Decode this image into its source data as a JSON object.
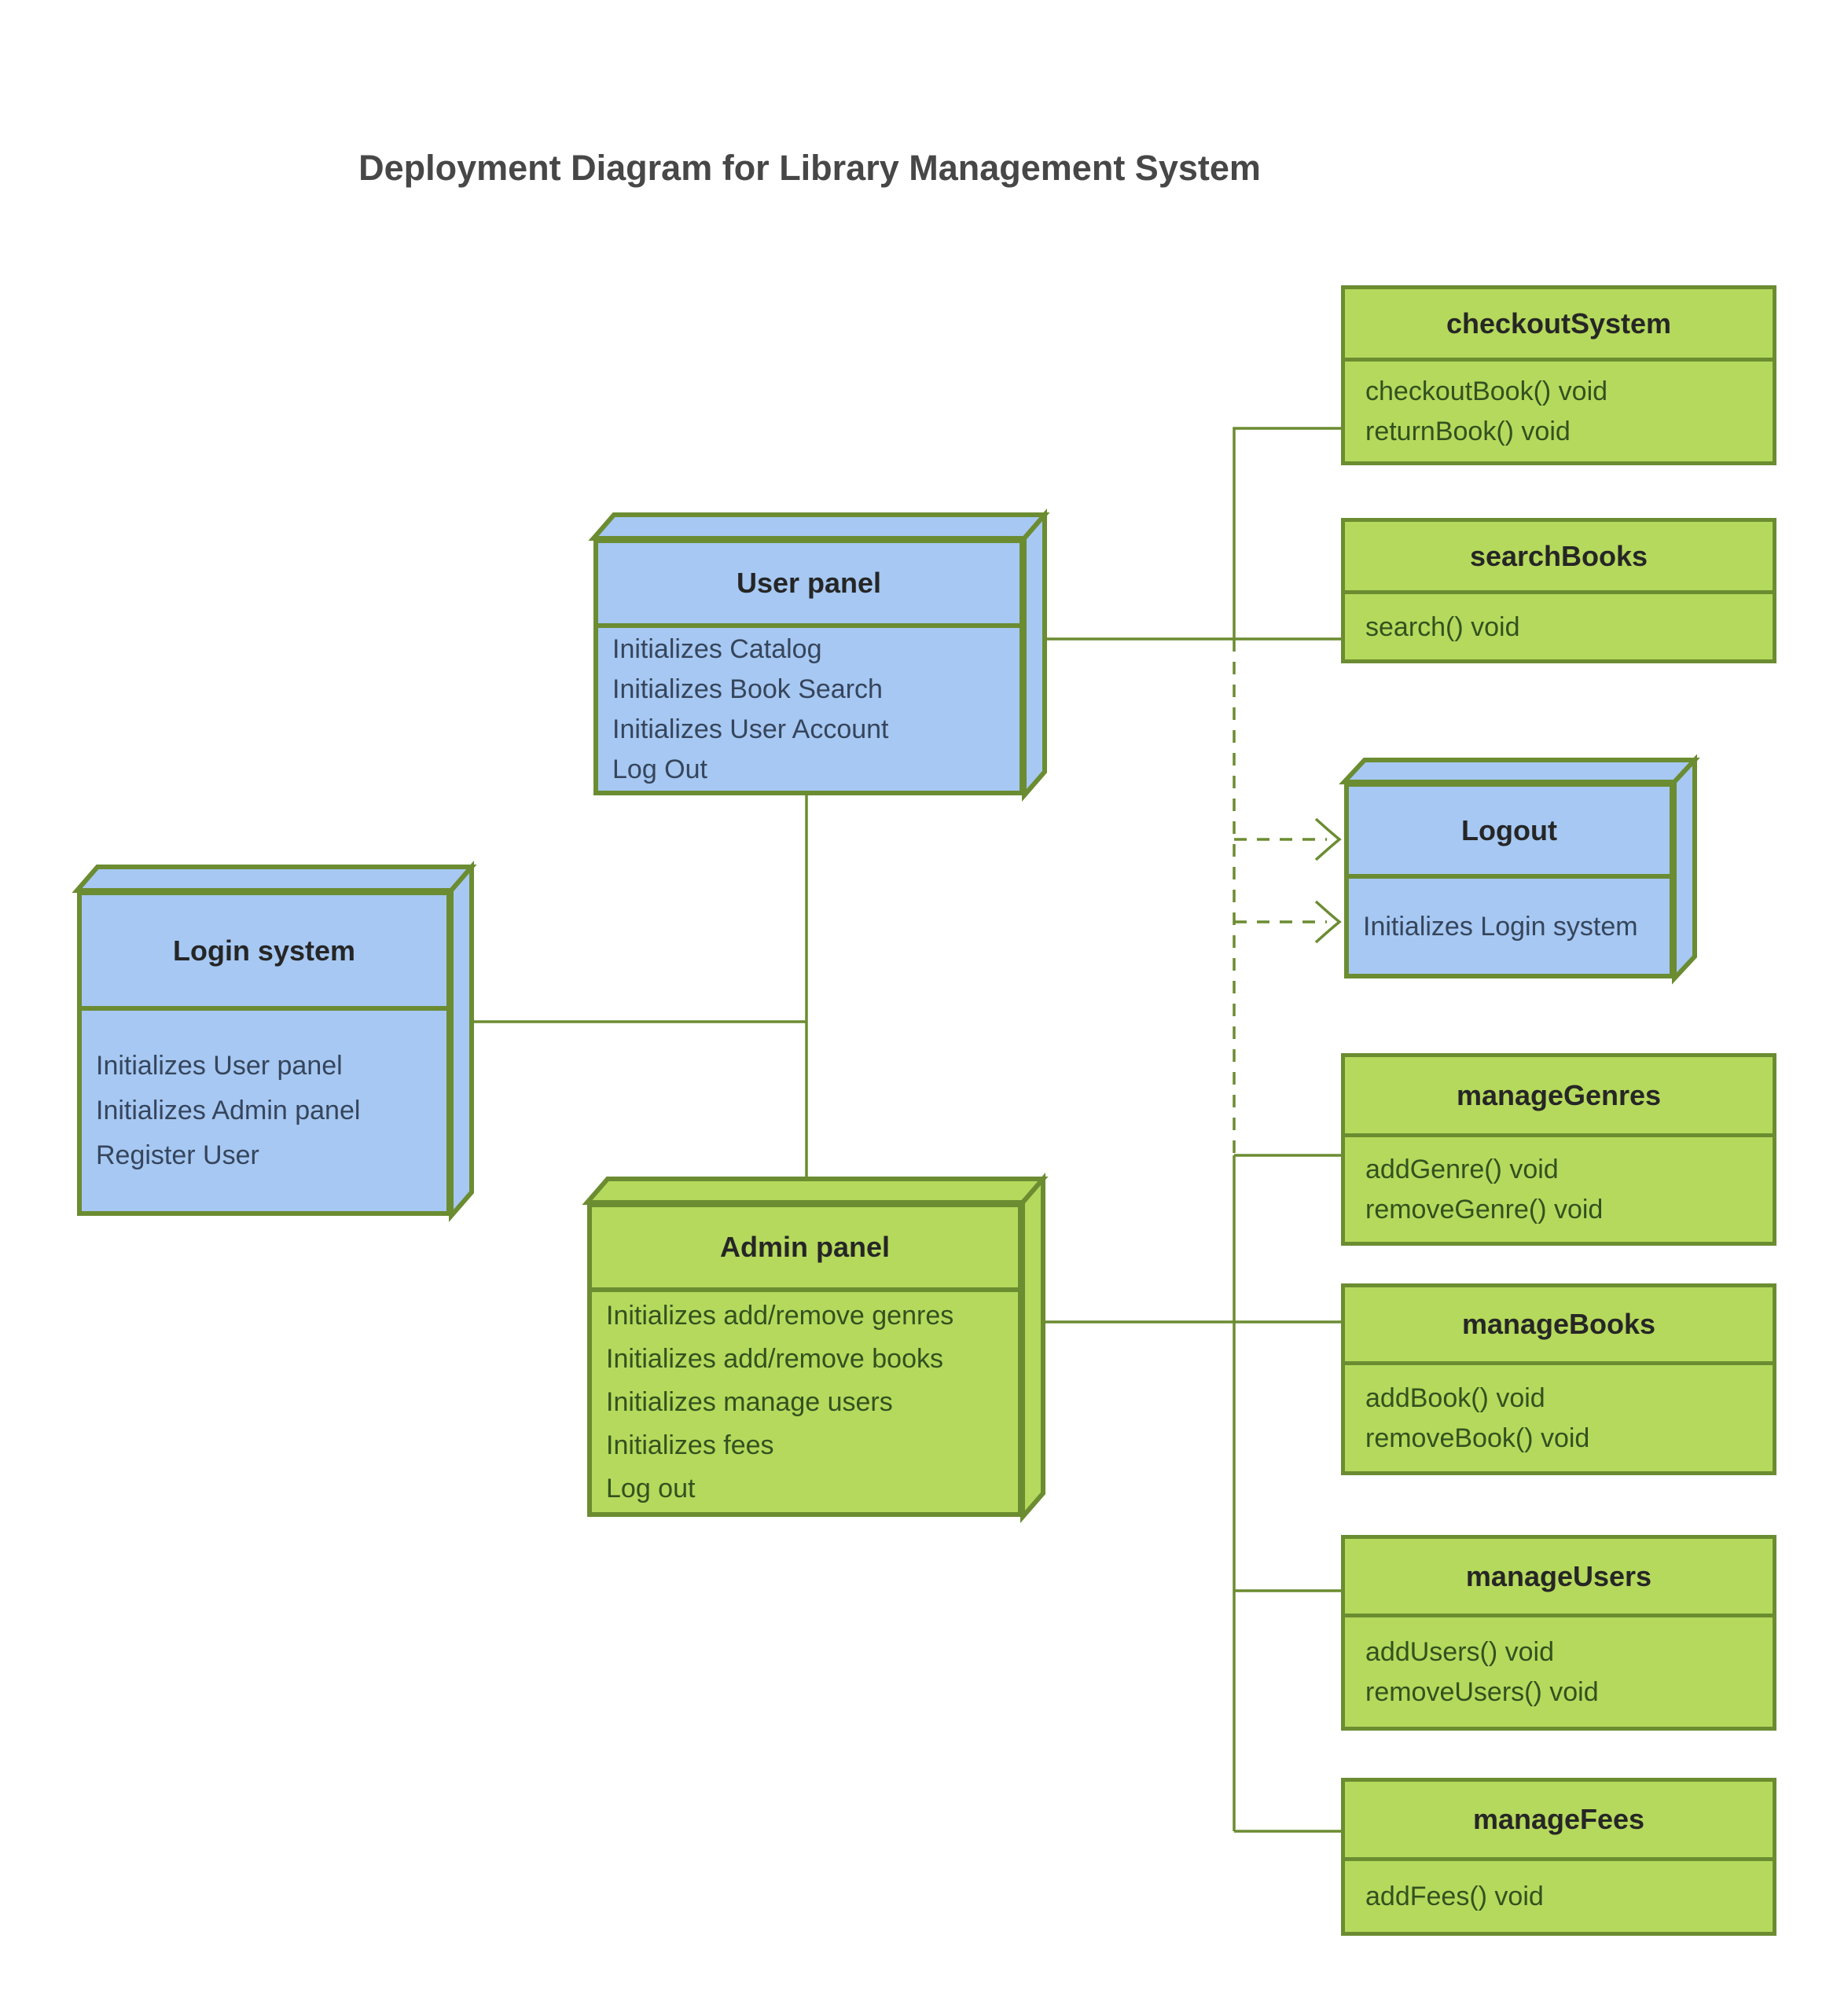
{
  "title": "Deployment Diagram for Library Management System",
  "colors": {
    "node_fill": "#a6c8f2",
    "component_fill": "#b5d95c",
    "border": "#6b8c31",
    "connector": "#6b8c31",
    "title_color": "#474747",
    "node_text": "#36455c",
    "component_text": "#33511f",
    "heading_text": "#262626"
  },
  "nodes": {
    "login_system": {
      "title": "Login system",
      "lines": [
        "Initializes User panel",
        "Initializes Admin panel",
        "Register User"
      ]
    },
    "user_panel": {
      "title": "User panel",
      "lines": [
        "Initializes Catalog",
        "Initializes Book Search",
        "Initializes User Account",
        "Log Out"
      ]
    },
    "admin_panel": {
      "title": "Admin panel",
      "lines": [
        "Initializes add/remove genres",
        "Initializes add/remove books",
        "Initializes manage users",
        "Initializes fees",
        "Log out"
      ]
    },
    "logout": {
      "title": "Logout",
      "lines": [
        "Initializes Login system"
      ]
    }
  },
  "components": {
    "checkout_system": {
      "title": "checkoutSystem",
      "lines": [
        "checkoutBook() void",
        "returnBook() void"
      ]
    },
    "search_books": {
      "title": "searchBooks",
      "lines": [
        "search() void"
      ]
    },
    "manage_genres": {
      "title": "manageGenres",
      "lines": [
        "addGenre() void",
        "removeGenre() void"
      ]
    },
    "manage_books": {
      "title": "manageBooks",
      "lines": [
        "addBook() void",
        "removeBook() void"
      ]
    },
    "manage_users": {
      "title": "manageUsers",
      "lines": [
        "addUsers() void",
        "removeUsers() void"
      ]
    },
    "manage_fees": {
      "title": "manageFees",
      "lines": [
        "addFees() void"
      ]
    }
  }
}
